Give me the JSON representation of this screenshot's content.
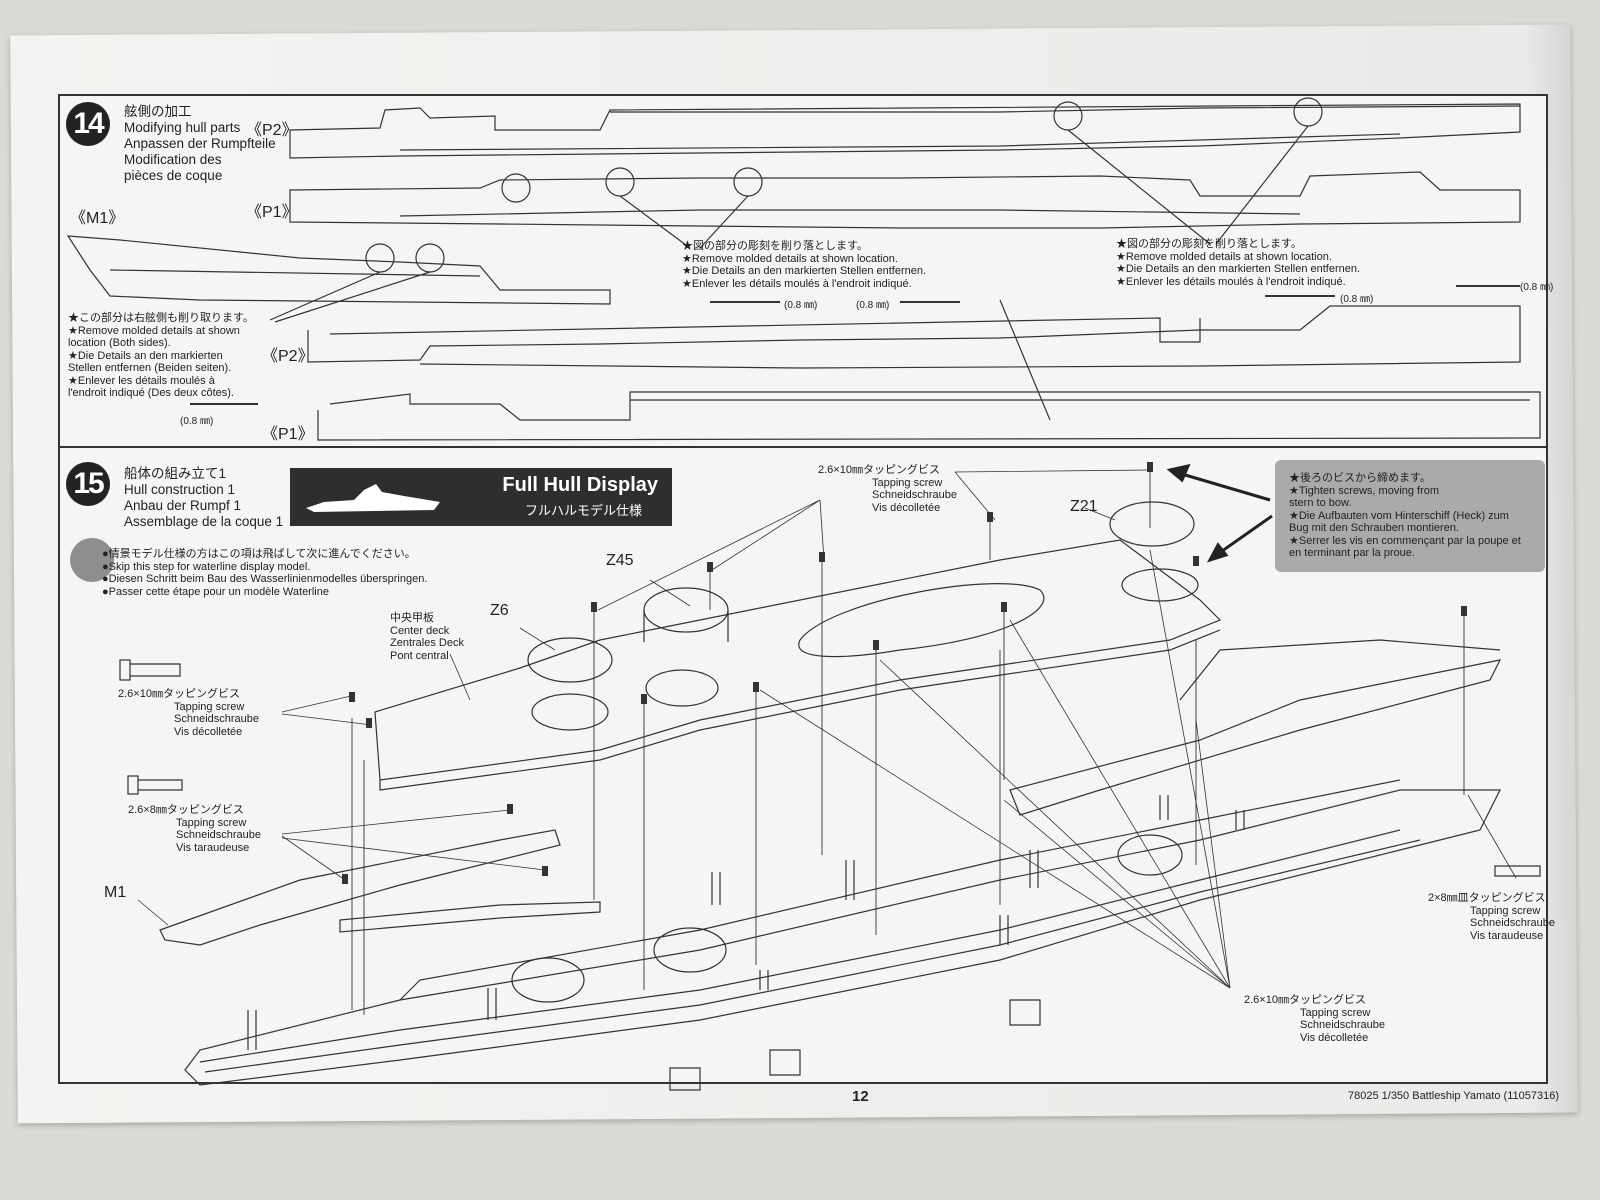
{
  "step14": {
    "number": "14",
    "title_jp": "舷側の加工",
    "title_en": "Modifying hull parts",
    "title_de": "Anpassen der Rumpfteile",
    "title_fr1": "Modification des",
    "title_fr2": "pièces de coque",
    "part_labels": [
      "《P2》",
      "《P1》",
      "《M1》",
      "《P2》",
      "《P1》"
    ],
    "note_center": [
      "★図の部分の彫刻を削り落とします。",
      "★Remove molded details at shown location.",
      "★Die Details an den markierten Stellen entfernen.",
      "★Enlever les détails moulés à l'endroit indiqué."
    ],
    "note_right": [
      "★図の部分の彫刻を削り落とします。",
      "★Remove molded details at shown location.",
      "★Die Details an den markierten Stellen entfernen.",
      "★Enlever les détails moulés à l'endroit indiqué."
    ],
    "note_left": [
      "★この部分は右舷側も削り取ります。",
      "★Remove molded details at shown",
      "location (Both sides).",
      "★Die  Details  an  den  markierten",
      "Stellen entfernen (Beiden seiten).",
      "★Enlever   les   détails   moulés   à",
      "l'endroit indiqué (Des deux côtes)."
    ],
    "dim_label": "(0.8 ㎜)"
  },
  "step15": {
    "number": "15",
    "title_jp": "船体の組み立て1",
    "title_en": "Hull construction 1",
    "title_de": "Anbau der Rumpf 1",
    "title_fr": "Assemblage de la coque 1",
    "banner_en": "Full Hull Display",
    "banner_jp": "フルハルモデル仕様",
    "skip_note": [
      "●情景モデル仕様の方はこの項は飛ばして次に進んでください。",
      "●Skip this step for waterline display model.",
      "●Diesen Schritt beim Bau des Wasserlinienmodelles überspringen.",
      "●Passer cette étape pour un modèle Waterline"
    ],
    "center_deck": [
      "中央甲板",
      "Center deck",
      "Zentrales Deck",
      "Pont central"
    ],
    "parts": [
      "Z6",
      "Z45",
      "Z21",
      "M1"
    ],
    "screw_a": [
      "2.6×10㎜タッピングビス",
      "Tapping screw",
      "Schneidschraube",
      "Vis décolletée"
    ],
    "screw_b": [
      "2.6×8㎜タッピングビス",
      "Tapping screw",
      "Schneidschraube",
      "Vis taraudeuse"
    ],
    "screw_top": [
      "2.6×10㎜タッピングビス",
      "Tapping screw",
      "Schneidschraube",
      "Vis décolletée"
    ],
    "screw_right": [
      "2×8㎜皿タッピングビス",
      "Tapping screw",
      "Schneidschraube",
      "Vis taraudeuse"
    ],
    "screw_bottom": [
      "2.6×10㎜タッピングビス",
      "Tapping screw",
      "Schneidschraube",
      "Vis décolletée"
    ],
    "grey_note": [
      "★後ろのビスから締めます。",
      "★Tighten screws, moving from",
      "stern to bow.",
      "★Die  Aufbauten  vom  Hinterschiff  (Heck)  zum",
      "Bug mit den Schrauben montieren.",
      "★Serrer les vis en commençant par la poupe et",
      "en terminant par la proue."
    ]
  },
  "footer": {
    "page_number": "12",
    "product": "78025 1/350 Battleship Yamato (11057316)"
  }
}
